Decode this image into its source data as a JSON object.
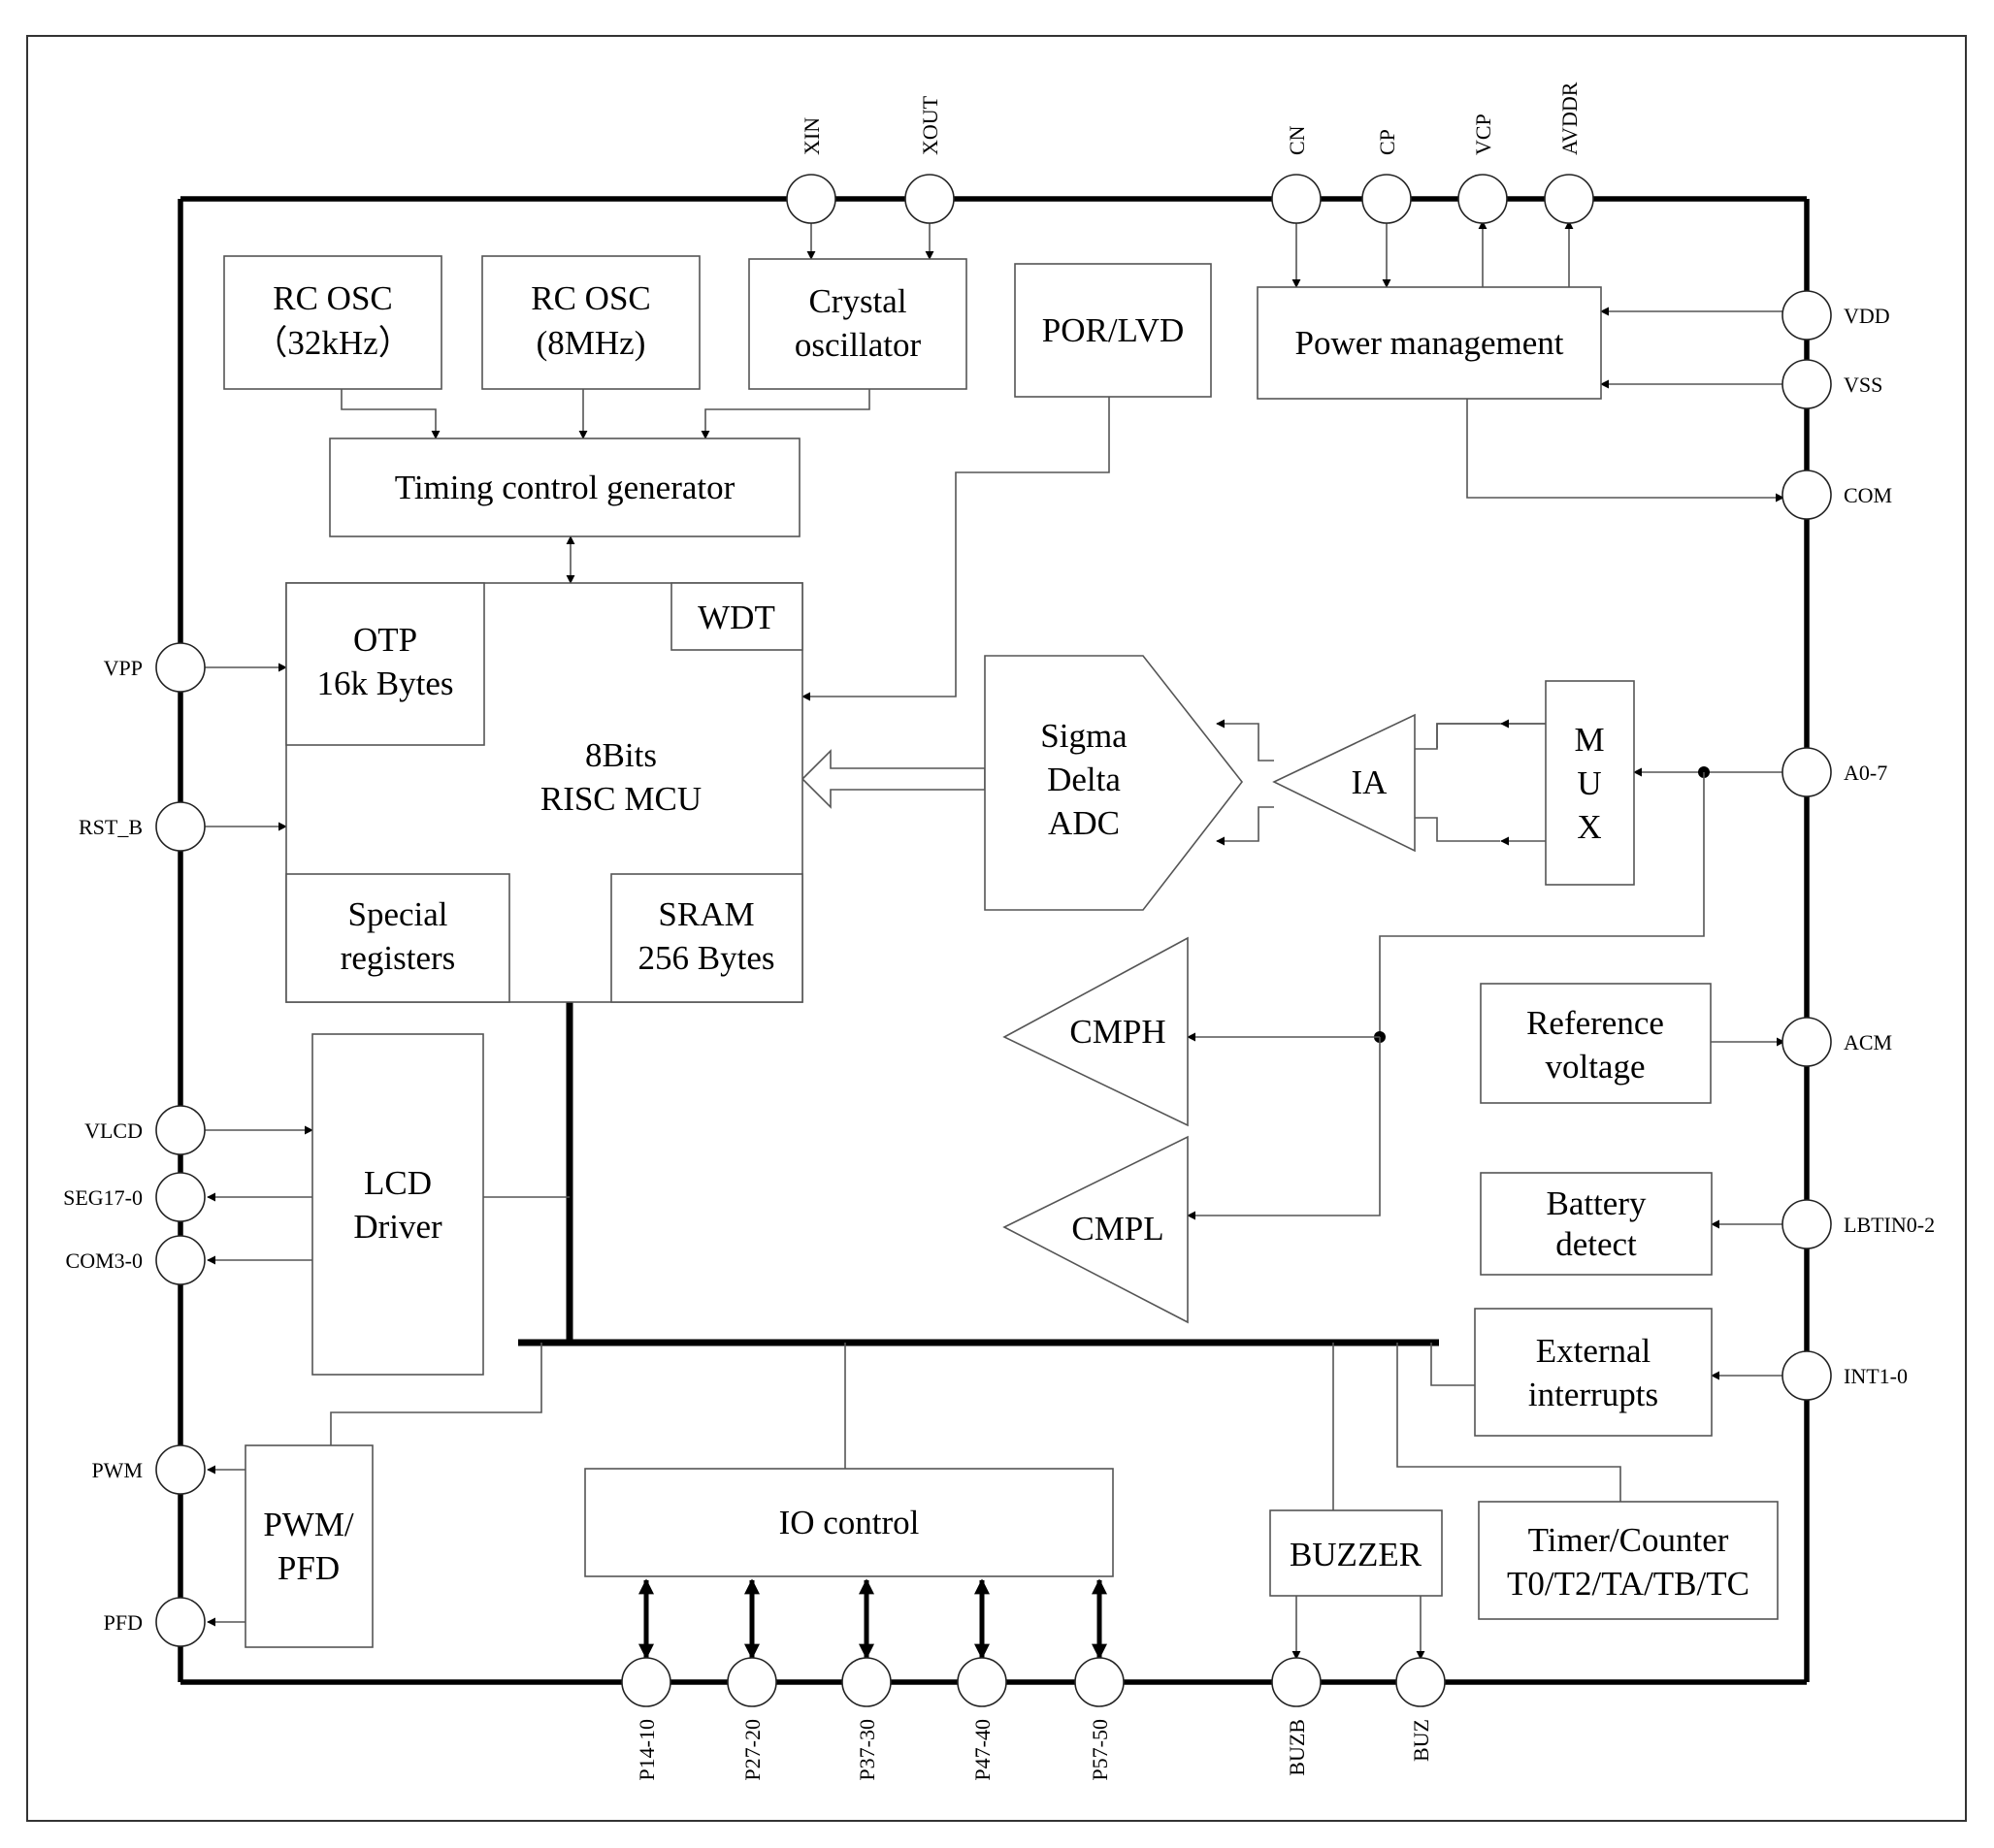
{
  "blocks": {
    "rc_osc_32k": [
      "RC OSC",
      "（32kHz）"
    ],
    "rc_osc_8m": [
      "RC OSC",
      "(8MHz)"
    ],
    "crystal": [
      "Crystal",
      "oscillator"
    ],
    "por_lvd": "POR/LVD",
    "power": "Power management",
    "timing": "Timing control generator",
    "wdt": "WDT",
    "otp": [
      "OTP",
      "16k Bytes"
    ],
    "mcu": [
      "8Bits",
      "RISC  MCU"
    ],
    "special": [
      "Special",
      "registers"
    ],
    "sram": [
      "SRAM",
      "256 Bytes"
    ],
    "adc": [
      "Sigma",
      "Delta",
      "ADC"
    ],
    "ia": "IA",
    "mux": [
      "M",
      "U",
      "X"
    ],
    "cmph": "CMPH",
    "cmpl": "CMPL",
    "ref": [
      "Reference",
      "voltage"
    ],
    "battery": [
      "Battery",
      "detect"
    ],
    "ext_int": [
      "External",
      "interrupts"
    ],
    "lcd": [
      "LCD",
      "Driver"
    ],
    "pwm": [
      "PWM/",
      "PFD"
    ],
    "io": "IO control",
    "buzzer": "BUZZER",
    "timer": [
      "Timer/Counter",
      "T0/T2/TA/TB/TC"
    ]
  },
  "pins": {
    "top": [
      "XIN",
      "XOUT",
      "CN",
      "CP",
      "VCP",
      "AVDDR"
    ],
    "left": [
      "VPP",
      "RST_B",
      "VLCD",
      "SEG17-0",
      "COM3-0",
      "PWM",
      "PFD"
    ],
    "right": [
      "VDD",
      "VSS",
      "COM",
      "A0-7",
      "ACM",
      "LBTIN0-2",
      "INT1-0"
    ],
    "bottom": [
      "P14-10",
      "P27-20",
      "P37-30",
      "P47-40",
      "P57-50",
      "BUZB",
      "BUZ"
    ]
  }
}
